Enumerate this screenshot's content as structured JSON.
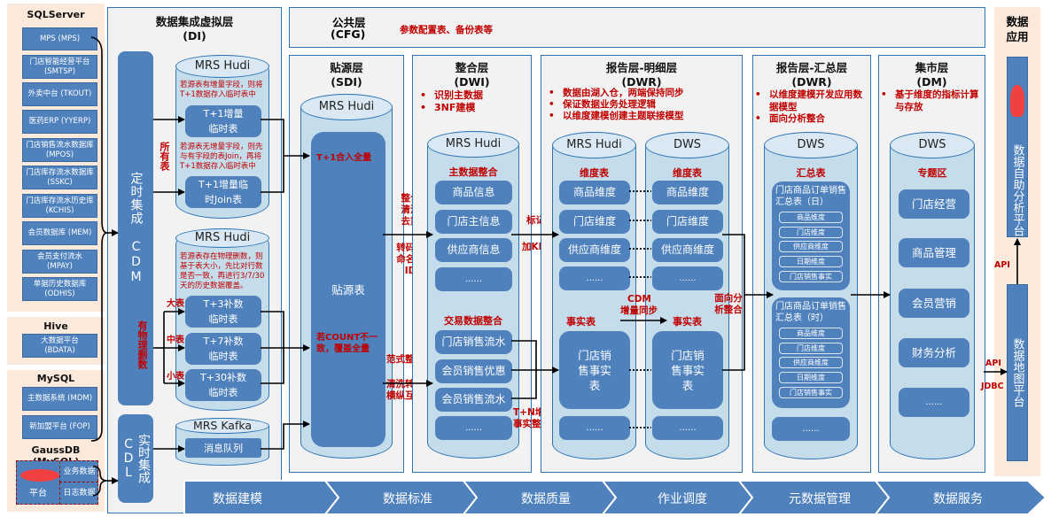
{
  "sources": {
    "sqlserver": {
      "title": "SQLServer",
      "items": [
        "MPS (MPS)",
        "门店智能经营平台 (SMTSP)",
        "外卖中台 (TKOUT)",
        "医药ERP (YYERP)",
        "门店销售流水数据库 (MPOS)",
        "门店库存流水数据库 (SSKC)",
        "门店库存流水历史库 (KCHIS)",
        "会员数据库 (MEM)",
        "会员支付流水 (MPAY)",
        "单据历史数据库 (ODHIS)"
      ]
    },
    "hive": {
      "title": "Hive",
      "items": [
        "大数据平台 (BDATA)"
      ]
    },
    "mysql": {
      "title": "MySQL",
      "items": [
        "主数据系统 (MDM)",
        "新加盟平台 (FOP)"
      ]
    },
    "gaussdb": {
      "title": "GaussDB (MySQL)",
      "platform": "平台",
      "items": [
        "业务数据",
        "日志数据"
      ]
    }
  },
  "di": {
    "title": "数据集成虚拟层",
    "code": "(DI)",
    "cdm_label": "定时集成 CDM",
    "cdl_label": "实时集成 CDL",
    "all_tables": "所有表",
    "physical_delete": "有物理删数",
    "hudi1": {
      "title": "MRS Hudi",
      "note1": "若源表有增量字段，则将T+1数据存入临时表中",
      "box1": "T+1增量临时表",
      "note2": "若源表无增量字段，则先与有字段的表Join，再将T+1数据存入临时表中",
      "box2": "T+1增量临时Join表"
    },
    "hudi2": {
      "title": "MRS Hudi",
      "note": "若源表存在物理删数，则基于表大小，先比对行数是否一致，再进行3/7/30天的历史数据覆盖。",
      "sizes": [
        "大表",
        "中表",
        "小表"
      ],
      "boxes": [
        "T+3补数临时表",
        "T+7补数临时表",
        "T+30补数临时表"
      ]
    },
    "kafka": {
      "title": "MRS Kafka",
      "box": "消息队列"
    }
  },
  "cfg": {
    "title": "公共层",
    "code": "(CFG)",
    "desc": "参数配置表、备份表等"
  },
  "sdi": {
    "title": "贴源层",
    "code": "(SDI)",
    "db": "MRS Hudi",
    "table": "贴源表",
    "note1": "T+1合入全量",
    "note2": "若COUNT不一致，覆盖全量"
  },
  "sdi_to_dwi": {
    "top1": "整合清洗去重",
    "top2": "转码重命名加ID",
    "bottom1": "范式整合",
    "bottom2": "清洗转换横纵互转"
  },
  "dwi": {
    "title": "整合层",
    "code": "(DWI)",
    "bullets": [
      "识别主数据",
      "3NF建模"
    ],
    "db": "MRS Hudi",
    "master_title": "主数据整合",
    "master_items": [
      "商品信息",
      "门店主信息",
      "供应商信息",
      "......"
    ],
    "trade_title": "交易数据整合",
    "trade_items": [
      "门店销售流水",
      "会员销售优惠",
      "会员销售流水",
      "......"
    ]
  },
  "dwi_to_dwr": {
    "mark": "标记",
    "addkey": "加KEY",
    "tn": "T+N增量事实整合"
  },
  "dwr_detail": {
    "title": "报告层-明细层",
    "code": "(DWR)",
    "bullets": [
      "数据由湖入仓，两端保持同步",
      "保证数据业务处理逻辑",
      "以维度建模创建主题联接模型"
    ],
    "hudi": {
      "title": "MRS Hudi",
      "dim_title": "维度表",
      "dims": [
        "商品维度",
        "门店维度",
        "供应商维度",
        "......"
      ],
      "fact_title": "事实表",
      "fact": "门店销售事实表",
      "more": "......"
    },
    "dws": {
      "title": "DWS",
      "dim_title": "维度表",
      "dims": [
        "商品维度",
        "门店维度",
        "供应商维度",
        "......"
      ],
      "fact_title": "事实表",
      "fact": "门店销售事实表",
      "more": "......"
    },
    "cdm_sync": "CDM",
    "cdm_sync2": "增量同步"
  },
  "detail_to_summary": "面向分析整合",
  "dwr_summary": {
    "title": "报告层-汇总层",
    "code": "(DWR)",
    "bullets": [
      "以维度建模开发应用数据模型",
      "面向分析整合"
    ],
    "db": "DWS",
    "sub_title": "汇总表",
    "groups": [
      {
        "title": "门店商品订单销售汇总表（日）",
        "items": [
          "商品维度",
          "门店维度",
          "供应商维度",
          "日期维度",
          "门店销售事实"
        ]
      },
      {
        "title": "门店商品订单销售汇总表（时）",
        "items": [
          "商品维度",
          "门店维度",
          "供应商维度",
          "日期维度",
          "门店销售事实"
        ]
      }
    ],
    "more": "......"
  },
  "dm": {
    "title": "集市层",
    "code": "(DM)",
    "bullets": [
      "基于维度的指标计算与存放"
    ],
    "db": "DWS",
    "sub_title": "专题区",
    "items": [
      "门店经营",
      "商品管理",
      "会员营销",
      "财务分析",
      "......"
    ]
  },
  "apps": {
    "title": "数据应用",
    "self_service": "数据自助分析平台",
    "data_map": "数据地图平台",
    "api": "API",
    "api2": "API",
    "jdbc": "JDBC"
  },
  "pipeline": [
    "数据建模",
    "数据标准",
    "数据质量",
    "作业调度",
    "元数据管理",
    "数据服务"
  ]
}
